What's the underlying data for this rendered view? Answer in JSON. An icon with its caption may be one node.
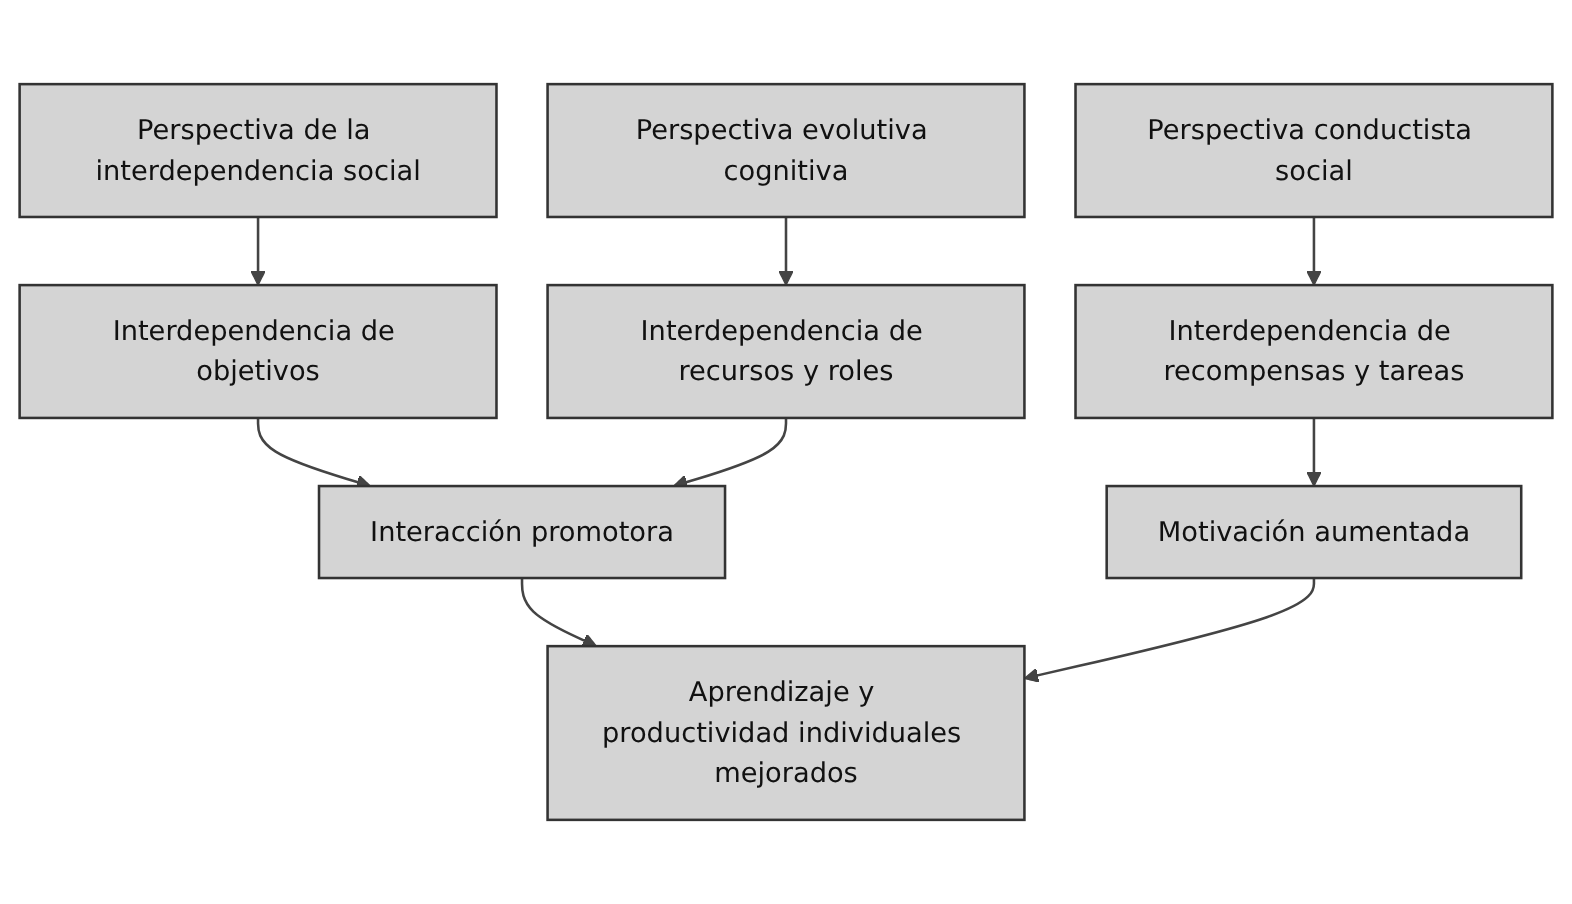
{
  "diagram": {
    "nodes": [
      {
        "text": [
          "Perspectiva de la interdependencia social"
        ]
      },
      {
        "text": [
          "Perspectiva evolutiva cognitiva"
        ]
      },
      {
        "text": [
          "Perspectiva conductista social"
        ]
      },
      {
        "text": [
          "Interdependencia de objetivos"
        ]
      },
      {
        "text": [
          "Interdependencia de recursos y roles"
        ]
      },
      {
        "text": [
          "Interdependencia de recompensas y tareas"
        ]
      },
      {
        "text": [
          "Interacción promotora"
        ]
      },
      {
        "text": [
          "Motivación aumentada"
        ]
      },
      {
        "text": [
          "Aprendizaje y productividad individuales mejorados"
        ]
      }
    ],
    "edges": [
      {
        "from": 0,
        "to": 3,
        "arrow": "to"
      },
      {
        "from": 1,
        "to": 4,
        "arrow": "to"
      },
      {
        "from": 2,
        "to": 5,
        "arrow": "to"
      },
      {
        "from": 3,
        "to": 6,
        "arrow": "to"
      },
      {
        "from": 4,
        "to": 6,
        "arrow": "to"
      },
      {
        "from": 5,
        "to": 7,
        "arrow": "to"
      },
      {
        "from": 6,
        "to": 8,
        "arrow": "to"
      },
      {
        "from": 7,
        "to": 8,
        "arrow": "to"
      }
    ]
  }
}
